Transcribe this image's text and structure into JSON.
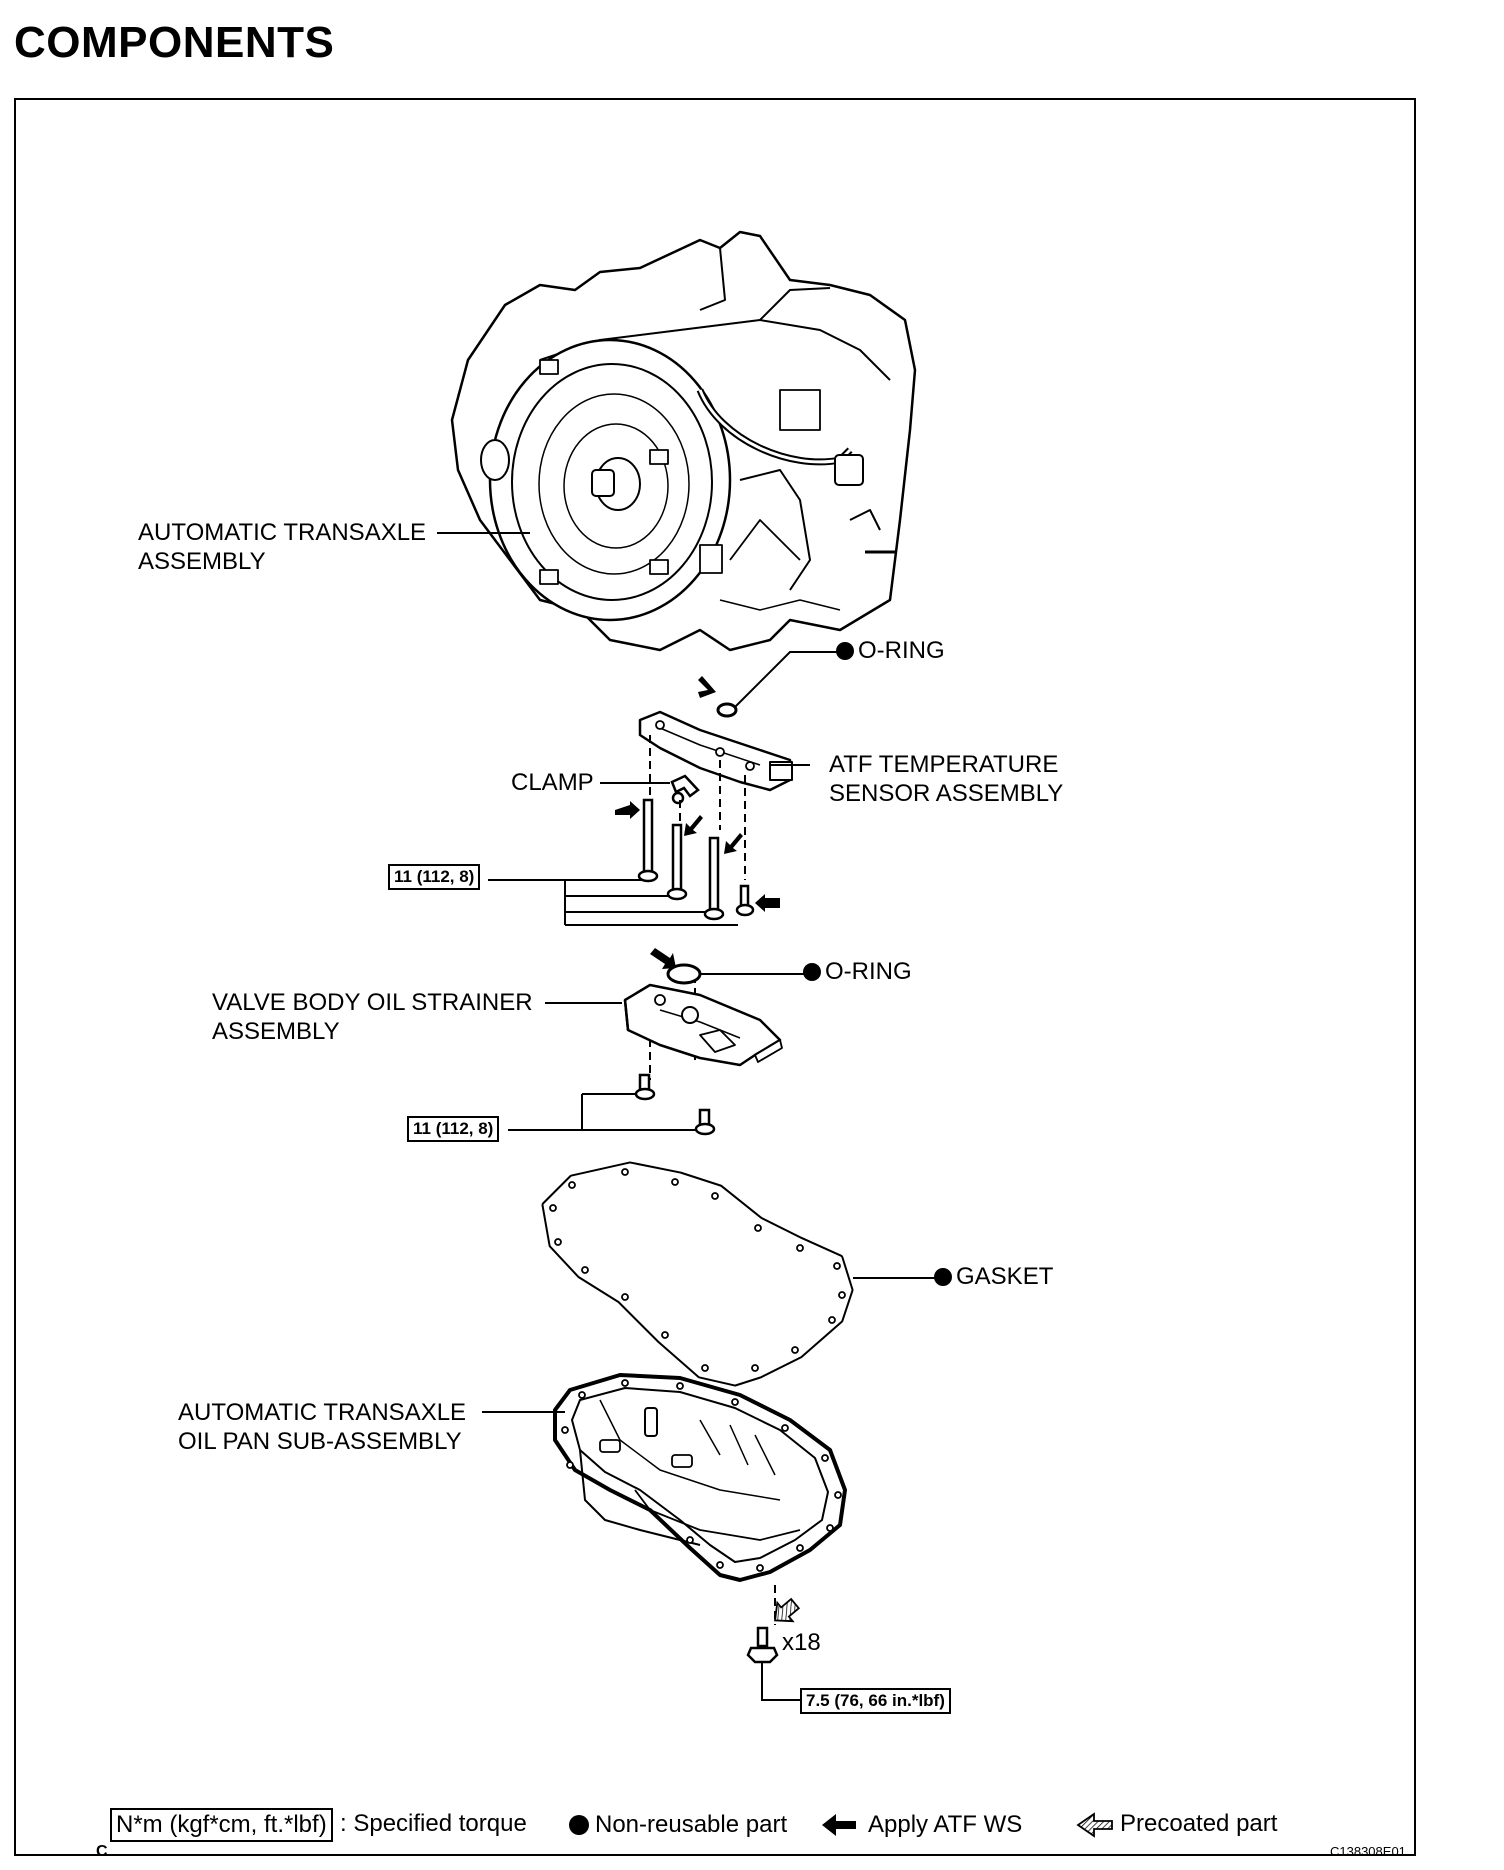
{
  "page": {
    "title": "COMPONENTS",
    "corner_mark": "C",
    "figure_code": "C138308E01"
  },
  "labels": {
    "transaxle": [
      "AUTOMATIC TRANSAXLE",
      "ASSEMBLY"
    ],
    "oring_top": "O-RING",
    "atf_sensor": [
      "ATF TEMPERATURE",
      "SENSOR ASSEMBLY"
    ],
    "clamp": "CLAMP",
    "oring_mid": "O-RING",
    "strainer": [
      "VALVE BODY OIL STRAINER",
      "ASSEMBLY"
    ],
    "gasket": "GASKET",
    "oil_pan": [
      "AUTOMATIC TRANSAXLE",
      "OIL PAN SUB-ASSEMBLY"
    ],
    "bolt_count": "x18"
  },
  "torque_specs": {
    "sensor_bolts": "11 (112, 8)",
    "strainer_bolts": "11 (112, 8)",
    "pan_bolts": "7.5 (76, 66 in.*lbf)"
  },
  "legend": {
    "torque_unit": "N*m (kgf*cm, ft.*lbf)",
    "torque_desc": ": Specified torque",
    "non_reusable": "Non-reusable part",
    "apply_atf": "Apply ATF WS",
    "precoated": "Precoated part"
  },
  "icons": {
    "non_reusable": "filled-circle-icon",
    "apply_atf": "solid-arrow-icon",
    "precoated": "hatched-arrow-icon"
  }
}
